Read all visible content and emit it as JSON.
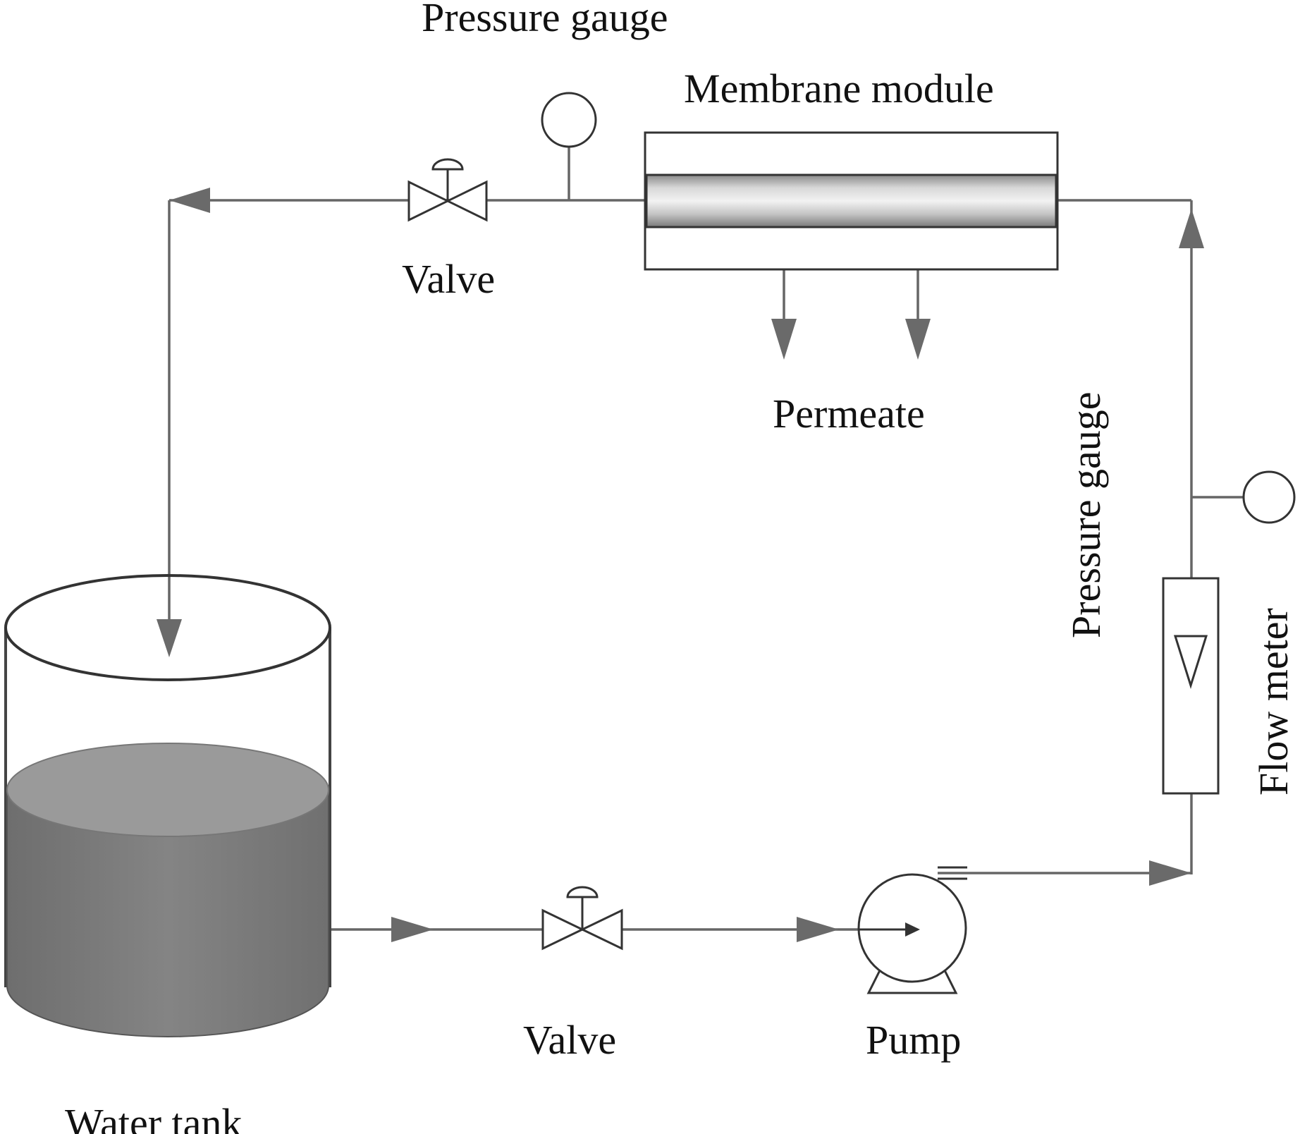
{
  "labels": {
    "pressure_gauge_top": "Pressure gauge",
    "membrane_module": "Membrane module",
    "valve_top": "Valve",
    "permeate": "Permeate",
    "pressure_gauge_right": "Pressure gauge",
    "flow_meter": "Flow meter",
    "valve_bottom": "Valve",
    "pump": "Pump",
    "water_tank": "Water tank"
  },
  "colors": {
    "pipe": "#666666",
    "outline": "#333333",
    "arrow": "#6a6a6a",
    "water": "#7c7c7c",
    "water_surface": "#9a9a9a"
  }
}
